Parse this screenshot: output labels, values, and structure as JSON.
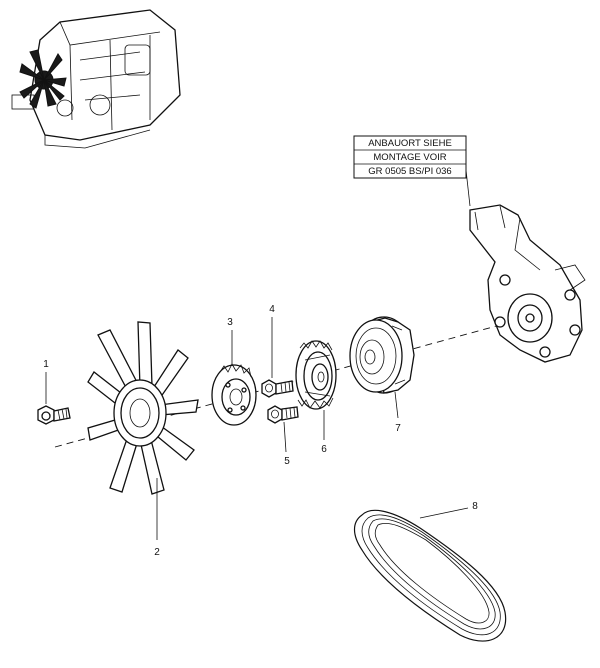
{
  "reference_box": {
    "line1": "ANBAUORT SIEHE",
    "line2": "MONTAGE VOIR",
    "line3": "GR   0505 BS/PI 036"
  },
  "parts": [
    {
      "number": "1"
    },
    {
      "number": "2"
    },
    {
      "number": "3"
    },
    {
      "number": "4"
    },
    {
      "number": "5"
    },
    {
      "number": "6"
    },
    {
      "number": "7"
    },
    {
      "number": "8"
    }
  ]
}
